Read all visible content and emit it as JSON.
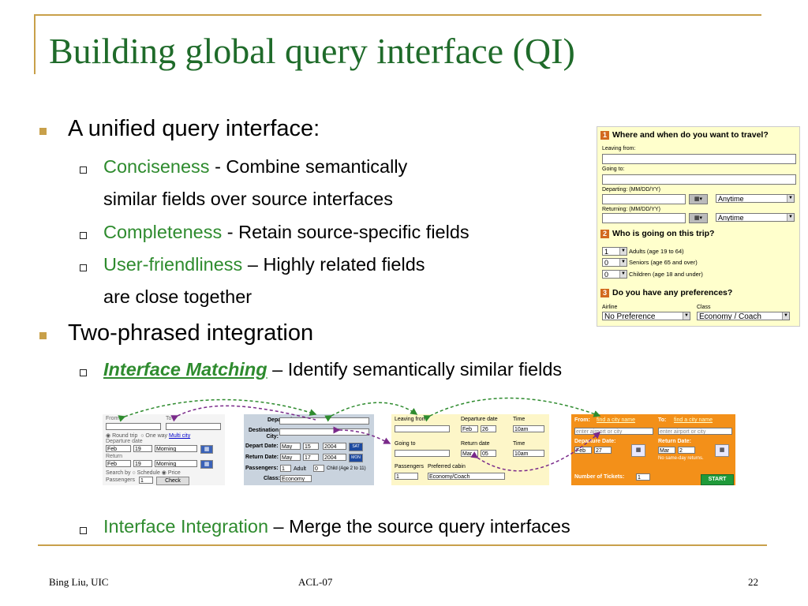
{
  "title": "Building global query interface (QI)",
  "bullets": {
    "b1": "A unified query interface:",
    "s1": {
      "term": "Conciseness",
      "rest": " - Combine semantically",
      "cont": "similar fields over source interfaces"
    },
    "s2": {
      "term": "Completeness",
      "rest": " - Retain source-specific fields"
    },
    "s3": {
      "term": "User-friendliness",
      "rest": " – Highly related fields",
      "cont": "are close together"
    },
    "b2": "Two-phrased integration",
    "s4": {
      "term": "Interface Matching",
      "rest": " – Identify semantically similar fields"
    },
    "s5": {
      "term": "Interface Integration",
      "rest": " – Merge the source query interfaces"
    }
  },
  "travel_form": {
    "h1": "Where and when do you want to travel?",
    "leaving": "Leaving from:",
    "going": "Going to:",
    "departing": "Departing: (MM/DD/YY)",
    "returning": "Returning: (MM/DD/YY)",
    "anytime1": "Anytime",
    "anytime2": "Anytime",
    "h2": "Who is going on this trip?",
    "adults_val": "1",
    "adults": "Adults (age 19 to 64)",
    "seniors_val": "0",
    "seniors": "Seniors (age 65 and over)",
    "children_val": "0",
    "children": "Children (age 18 and under)",
    "h3": "Do you have any preferences?",
    "airline_lbl": "Airline",
    "class_lbl": "Class",
    "airline_val": "No Preference",
    "class_val": "Economy / Coach",
    "n1": "1",
    "n2": "2",
    "n3": "3"
  },
  "source1": {
    "from": "From",
    "to": "To",
    "round": "Round trip",
    "oneway": "One way",
    "multi": "Multi city",
    "depdate": "Departure date",
    "m1": "Feb",
    "d1": "19",
    "t1": "Morning",
    "ret": "Return",
    "m2": "Feb",
    "d2": "19",
    "t2": "Morning",
    "search": "Search by",
    "schedule": "Schedule",
    "price": "Price",
    "passengers": "Passengers",
    "pval": "1",
    "check": "Check"
  },
  "source2": {
    "depart_city": "Depart City:",
    "dest_city": "Destination City:",
    "depart_date": "Depart Date:",
    "m1": "May",
    "d1": "15",
    "y1": "2004",
    "day1": "SAT",
    "return_date": "Return Date:",
    "m2": "May",
    "d2": "17",
    "y2": "2004",
    "day2": "MON",
    "passengers": "Passengers:",
    "pval": "1",
    "adult": "Adult",
    "cval": "0",
    "child": "Child (Age 2 to 11)",
    "class": "Class:",
    "class_val": "Economy"
  },
  "source3": {
    "leaving": "Leaving from",
    "depdate": "Departure date",
    "time": "Time",
    "m1": "Feb",
    "d1": "26",
    "t1": "10am",
    "going": "Going to",
    "retdate": "Return date",
    "m2": "Mar",
    "d2": "05",
    "t2": "10am",
    "passengers": "Passengers",
    "cabin": "Preferred cabin",
    "pval": "1",
    "cabin_val": "Economy/Coach"
  },
  "source4": {
    "from": "From:",
    "find1": "find a city name",
    "to": "To:",
    "find2": "find a city name",
    "ph1": "enter airport or city",
    "ph2": "enter airport or city",
    "depdate": "Departure Date:",
    "retdate": "Return Date:",
    "m1": "Feb",
    "d1": "27",
    "m2": "Mar",
    "d2": "2",
    "nosame": "No same-day returns.",
    "tickets": "Number of Tickets:",
    "tval": "1",
    "start": "START"
  },
  "footer": {
    "author": "Bing Liu, UIC",
    "venue": "ACL-07",
    "page": "22"
  },
  "colors": {
    "accent": "#c8a04a",
    "title": "#1f6b2a",
    "highlight": "#2e8b2e",
    "arrow_green": "#2e8b2e",
    "arrow_purple": "#7a2a8a"
  }
}
